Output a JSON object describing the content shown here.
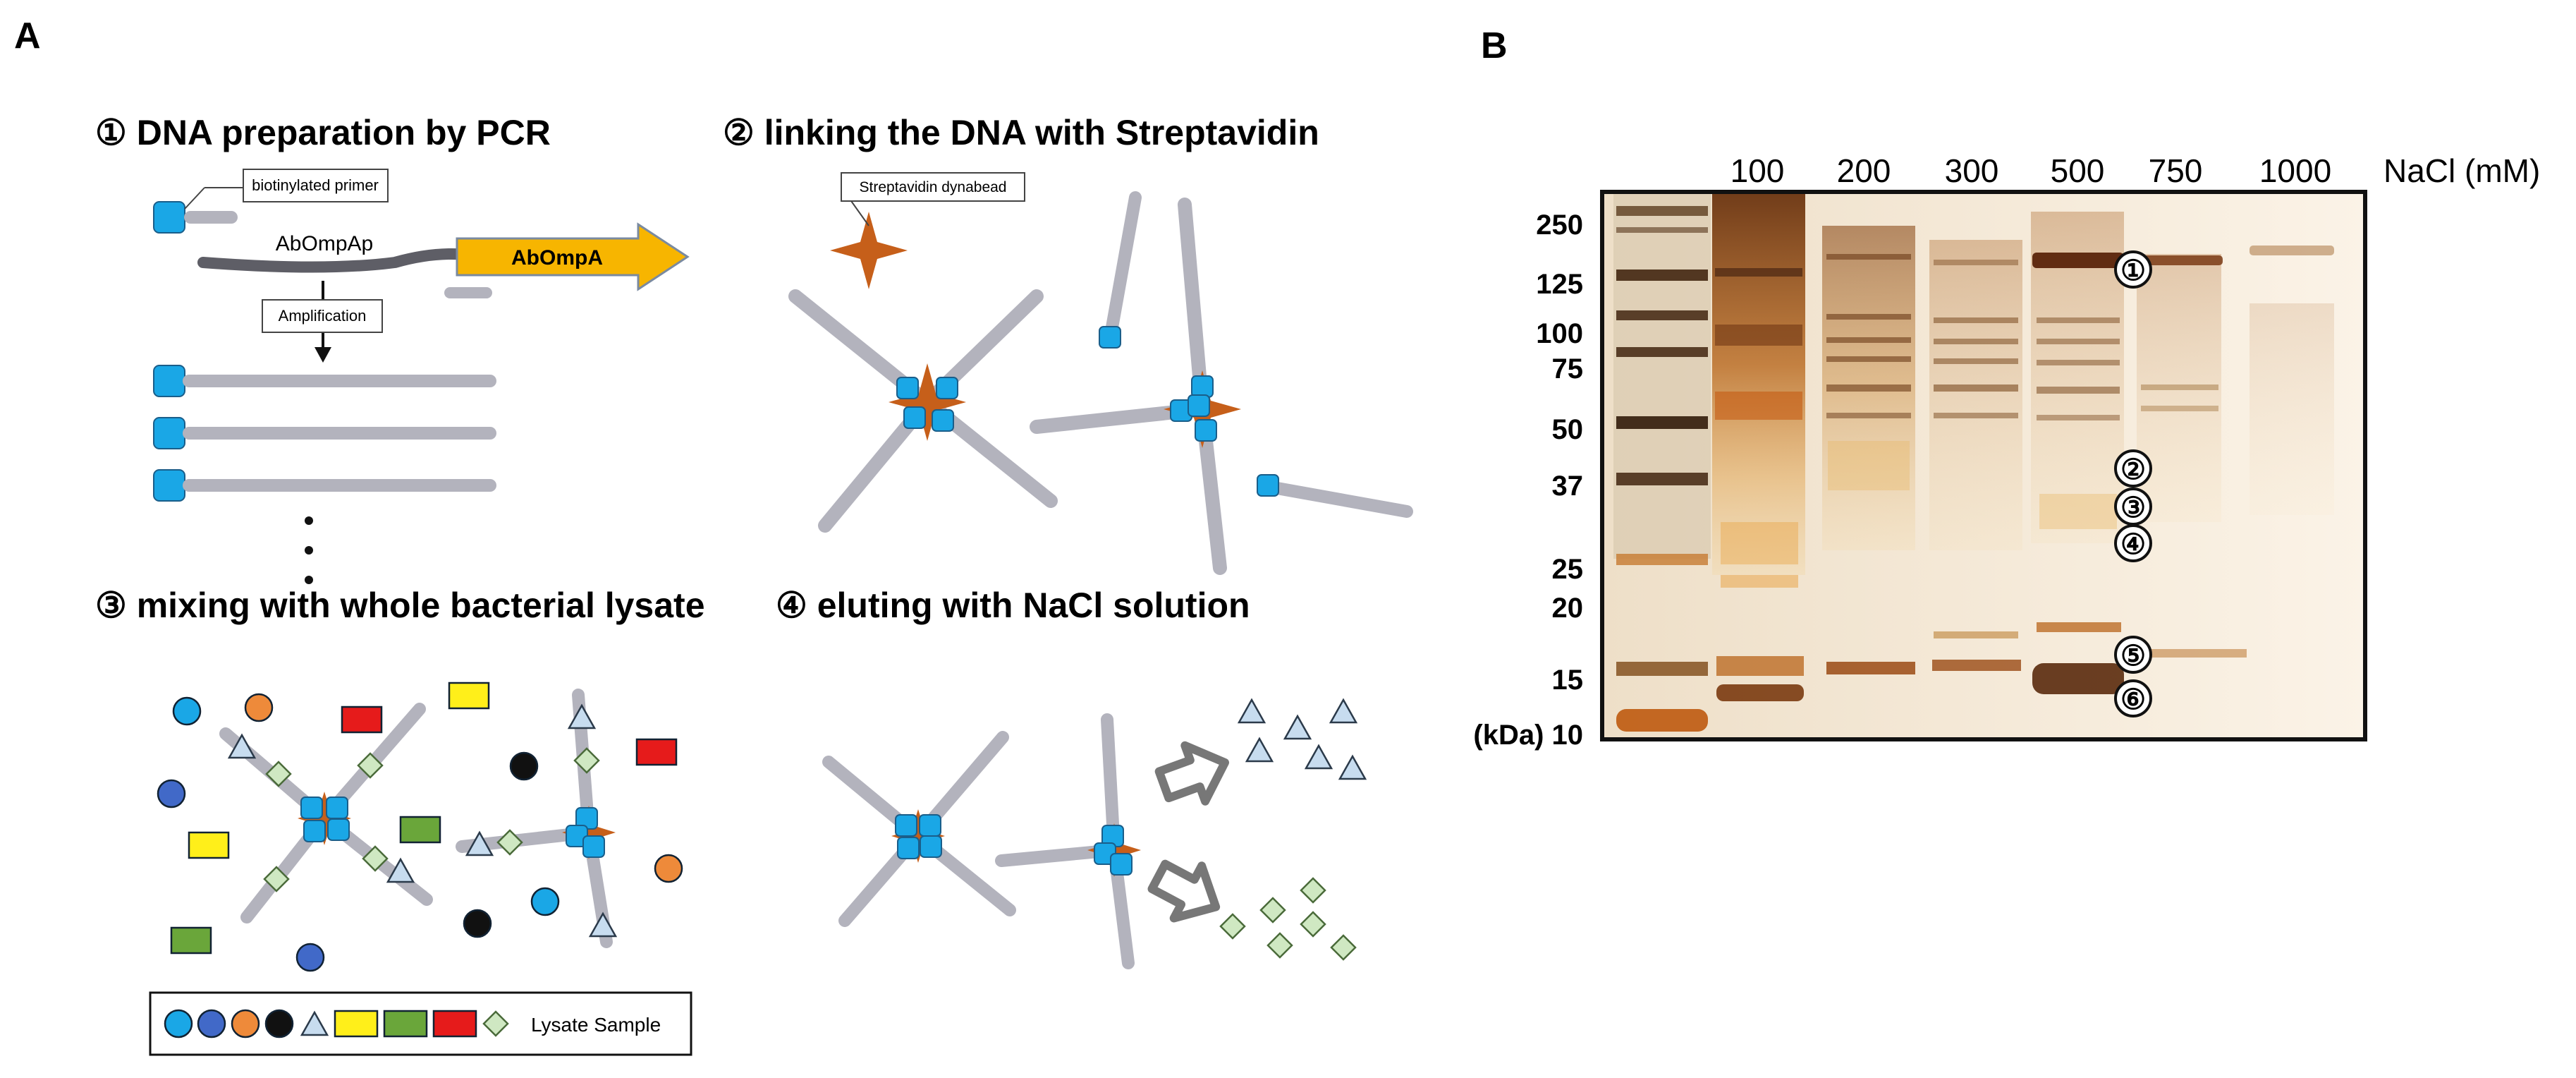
{
  "panel_a": {
    "label": "A",
    "step1": {
      "title": "① DNA preparation by PCR",
      "biotin_label": "biotinylated primer",
      "promoter_label": "AbOmpAp",
      "gene_label": "AbOmpA",
      "amplification_label": "Amplification"
    },
    "step2": {
      "title": "② linking the DNA with Streptavidin",
      "bead_label": "Streptavidin dynabead"
    },
    "step3": {
      "title": "③ mixing with whole bacterial lysate",
      "legend_label": "Lysate Sample"
    },
    "step4": {
      "title": "④ eluting with NaCl solution"
    }
  },
  "panel_b": {
    "label": "B",
    "lanes": [
      "100",
      "200",
      "300",
      "500",
      "750",
      "1000"
    ],
    "lane_unit": "NaCl (mM)",
    "markers": [
      "250",
      "125",
      "100",
      "75",
      "50",
      "37",
      "25",
      "20",
      "15"
    ],
    "marker_bottom": "(kDa) 10",
    "bands": [
      "①",
      "②",
      "③",
      "④",
      "⑤",
      "⑥"
    ]
  },
  "colors": {
    "dna": "#b3b3bd",
    "biotin": "#1aa7e6",
    "streptavidin": "#c65f1a",
    "gene_arrow": "#f7b500",
    "gel_background": "#f6e9d6",
    "gel_band": "#7a3e12"
  },
  "lysate_icons": [
    "cyan-circle",
    "blue-circle",
    "orange-circle",
    "black-circle",
    "triangle",
    "yellow-rect",
    "green-rect",
    "red-rect",
    "diamond"
  ]
}
